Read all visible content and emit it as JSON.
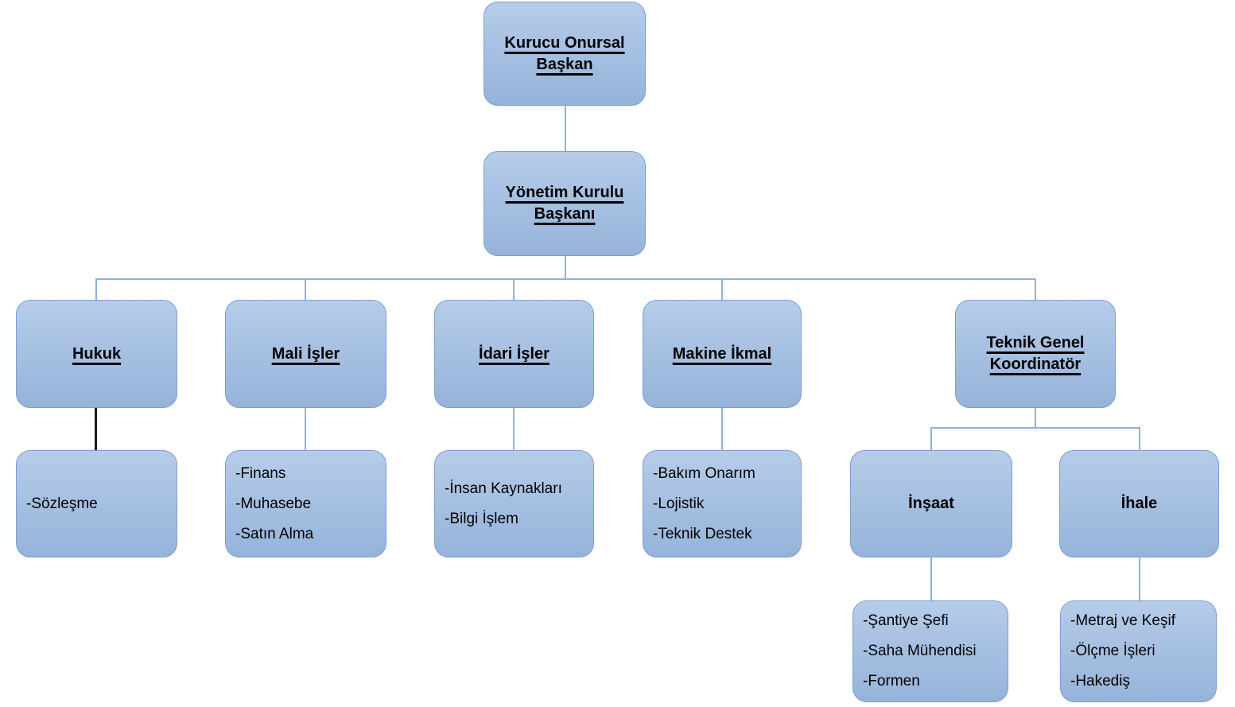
{
  "diagram": {
    "type": "org-chart",
    "language": "tr",
    "colors": {
      "node_fill_top": "#b6cce9",
      "node_fill_bottom": "#95b3da",
      "node_border": "#7d9fd0",
      "connector": "#8fb1dc",
      "connector_legal": "#1a1a1a",
      "text": "#000000",
      "background": "#ffffff"
    },
    "nodes": {
      "founder": {
        "label": "Kurucu Onursal Başkan"
      },
      "chairman": {
        "label": "Yönetim Kurulu Başkanı"
      },
      "legal": {
        "label": "Hukuk"
      },
      "financial_affairs": {
        "label": "Mali İşler"
      },
      "administrative_affairs": {
        "label": "İdari İşler"
      },
      "machine_supply": {
        "label": "Makine İkmal"
      },
      "technical_coordinator": {
        "label": "Teknik Genel Koordinatör"
      },
      "legal_units": {
        "items": [
          "-Sözleşme"
        ]
      },
      "financial_units": {
        "items": [
          "-Finans",
          "-Muhasebe",
          "-Satın Alma"
        ]
      },
      "administrative_units": {
        "items": [
          "-İnsan Kaynakları",
          "-Bilgi İşlem"
        ]
      },
      "machine_units": {
        "items": [
          "-Bakım Onarım",
          "-Lojistik",
          "-Teknik Destek"
        ]
      },
      "construction": {
        "label": "İnşaat"
      },
      "tender": {
        "label": "İhale"
      },
      "construction_units": {
        "items": [
          "-Şantiye Şefi",
          "-Saha Mühendisi",
          "-Formen"
        ]
      },
      "tender_units": {
        "items": [
          "-Metraj ve Keşif",
          "-Ölçme İşleri",
          "-Hakediş"
        ]
      }
    },
    "edges": [
      {
        "from": "founder",
        "to": "chairman",
        "color": "blue"
      },
      {
        "from": "chairman",
        "to": "legal",
        "color": "blue"
      },
      {
        "from": "chairman",
        "to": "financial_affairs",
        "color": "blue"
      },
      {
        "from": "chairman",
        "to": "administrative_affairs",
        "color": "blue"
      },
      {
        "from": "chairman",
        "to": "machine_supply",
        "color": "blue"
      },
      {
        "from": "chairman",
        "to": "technical_coordinator",
        "color": "blue"
      },
      {
        "from": "legal",
        "to": "legal_units",
        "color": "black"
      },
      {
        "from": "financial_affairs",
        "to": "financial_units",
        "color": "blue"
      },
      {
        "from": "administrative_affairs",
        "to": "administrative_units",
        "color": "blue"
      },
      {
        "from": "machine_supply",
        "to": "machine_units",
        "color": "blue"
      },
      {
        "from": "technical_coordinator",
        "to": "construction",
        "color": "blue"
      },
      {
        "from": "technical_coordinator",
        "to": "tender",
        "color": "blue"
      },
      {
        "from": "construction",
        "to": "construction_units",
        "color": "blue"
      },
      {
        "from": "tender",
        "to": "tender_units",
        "color": "blue"
      }
    ]
  }
}
